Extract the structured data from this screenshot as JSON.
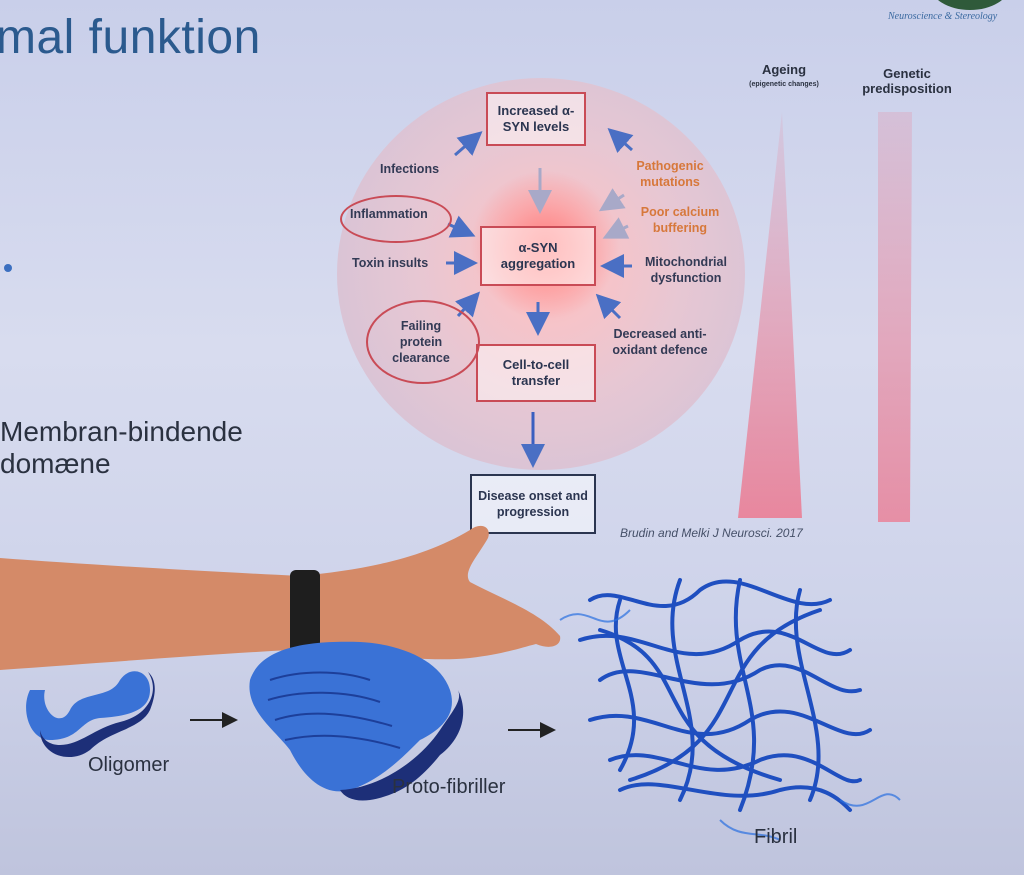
{
  "slide": {
    "title": "mal funktion",
    "logo_text": "Neuroscience & Stereology",
    "membrane_label_line1": "Membran-bindende",
    "membrane_label_line2": "domæne"
  },
  "diagram": {
    "center_box": "α-SYN aggregation",
    "top_box": "Increased α-SYN levels",
    "bottom_box": "Cell-to-cell transfer",
    "outcome_box": "Disease onset and progression",
    "left_factors": [
      "Infections",
      "Inflammation",
      "Toxin insults",
      "Failing protein clearance"
    ],
    "right_factors": [
      "Pathogenic mutations",
      "Poor calcium buffering",
      "Mitochondrial dysfunction",
      "Decreased anti-oxidant defence"
    ],
    "citation": "Brudin and Melki J Neurosci. 2017"
  },
  "risk_bars": {
    "ageing_label": "Ageing",
    "ageing_sub": "(epigenetic changes)",
    "genetic_label": "Genetic predisposition",
    "color": "#e8879e"
  },
  "stages": {
    "oligomer": "Oligomer",
    "protofibril": "Proto-fibriller",
    "fibril": "Fibril",
    "stage_color": "#2f62c9",
    "dark_color": "#1d2f78"
  }
}
